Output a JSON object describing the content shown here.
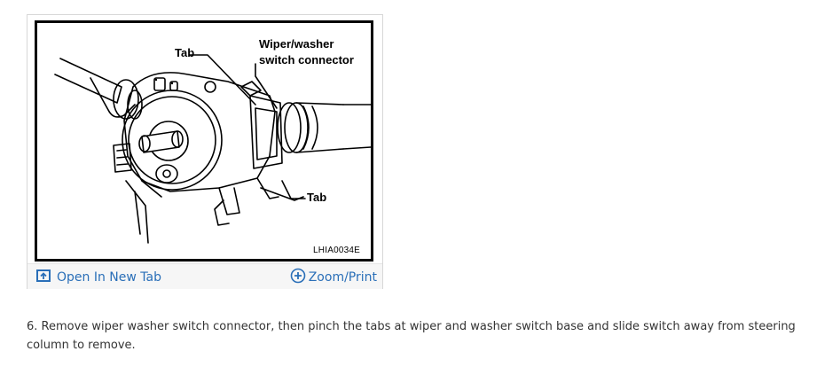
{
  "figure": {
    "callouts": {
      "tab_top": "Tab",
      "wiper_line1": "Wiper/washer",
      "wiper_line2": "switch connector",
      "tab_bottom": "Tab"
    },
    "code": "LHIA0034E"
  },
  "toolbar": {
    "open_tab_label": "Open In New Tab",
    "zoom_print_label": "Zoom/Print",
    "open_tab_icon": "open-new-tab-icon",
    "zoom_icon": "zoom-plus-icon",
    "link_color": "#2a6fb8"
  },
  "step": {
    "text": "6. Remove wiper washer switch connector, then pinch the tabs at wiper and washer switch base and slide switch away from steering column to remove."
  }
}
